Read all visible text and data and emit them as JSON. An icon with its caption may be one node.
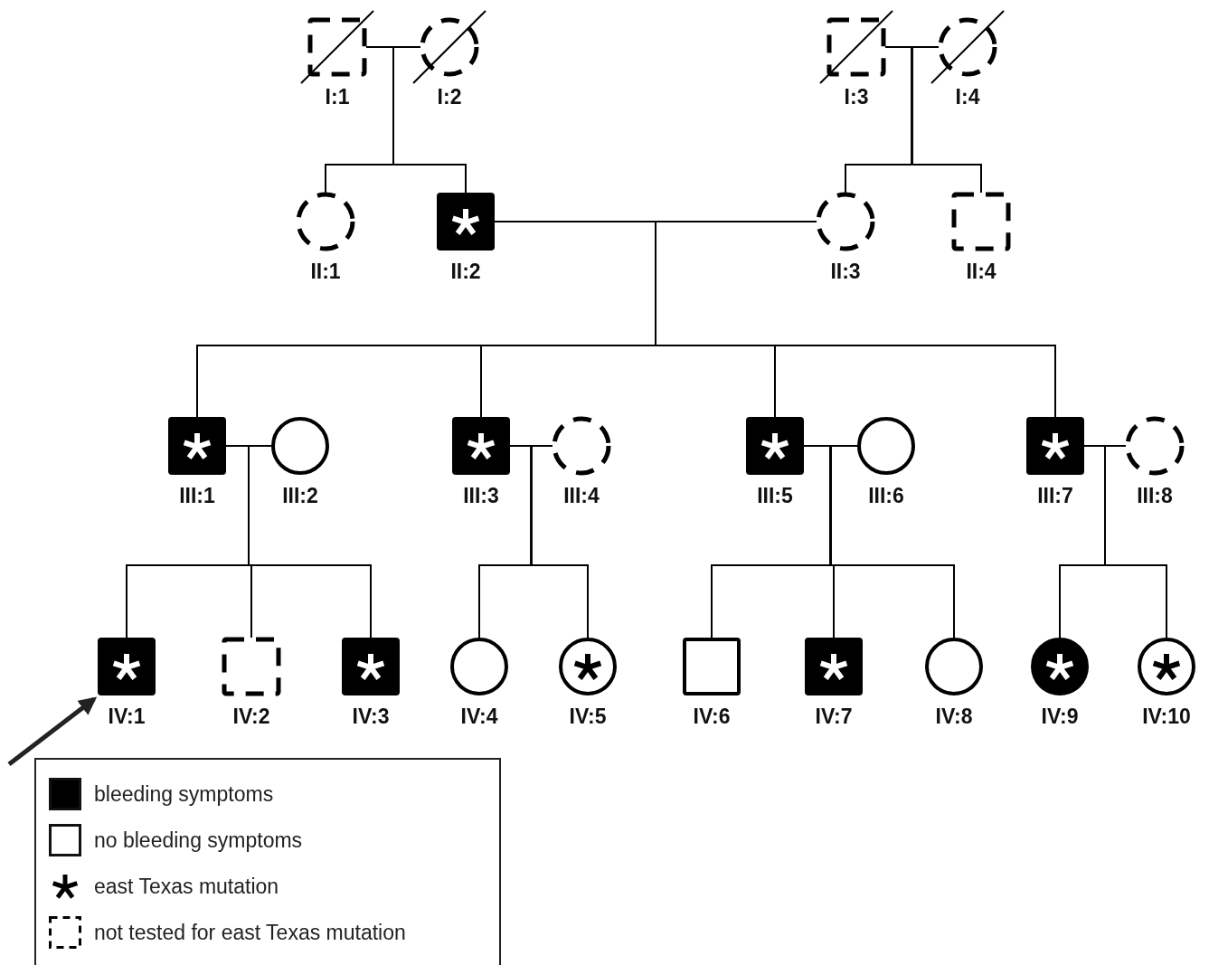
{
  "diagram": {
    "nodes": [
      {
        "text": [
          "I:1"
        ]
      },
      {
        "text": [
          "I:2"
        ]
      },
      {
        "text": [
          "I:3"
        ]
      },
      {
        "text": [
          "I:4"
        ]
      },
      {
        "text": [
          "II:1"
        ]
      },
      {
        "text": [
          "II:2"
        ]
      },
      {
        "text": [
          "II:3"
        ]
      },
      {
        "text": [
          "II:4"
        ]
      },
      {
        "text": [
          "III:1"
        ]
      },
      {
        "text": [
          "III:2"
        ]
      },
      {
        "text": [
          "III:3"
        ]
      },
      {
        "text": [
          "III:4"
        ]
      },
      {
        "text": [
          "III:5"
        ]
      },
      {
        "text": [
          "III:6"
        ]
      },
      {
        "text": [
          "III:7"
        ]
      },
      {
        "text": [
          "III:8"
        ]
      },
      {
        "text": [
          "IV:1"
        ]
      },
      {
        "text": [
          "IV:2"
        ]
      },
      {
        "text": [
          "IV:3"
        ]
      },
      {
        "text": [
          "IV:4"
        ]
      },
      {
        "text": [
          "IV:5"
        ]
      },
      {
        "text": [
          "IV:6"
        ]
      },
      {
        "text": [
          "IV:7"
        ]
      },
      {
        "text": [
          "IV:8"
        ]
      },
      {
        "text": [
          "IV:9"
        ]
      },
      {
        "text": [
          "IV:10"
        ]
      }
    ],
    "edges": [
      {
        "from": 0,
        "to": 1,
        "arrow": "none"
      },
      {
        "from": 0,
        "to": 4,
        "arrow": "none"
      },
      {
        "from": 1,
        "to": 4,
        "arrow": "none"
      },
      {
        "from": 0,
        "to": 5,
        "arrow": "none"
      },
      {
        "from": 1,
        "to": 5,
        "arrow": "none"
      },
      {
        "from": 2,
        "to": 3,
        "arrow": "none"
      },
      {
        "from": 2,
        "to": 6,
        "arrow": "none"
      },
      {
        "from": 3,
        "to": 6,
        "arrow": "none"
      },
      {
        "from": 2,
        "to": 7,
        "arrow": "none"
      },
      {
        "from": 3,
        "to": 7,
        "arrow": "none"
      },
      {
        "from": 5,
        "to": 6,
        "arrow": "none"
      },
      {
        "from": 5,
        "to": 8,
        "arrow": "none"
      },
      {
        "from": 6,
        "to": 8,
        "arrow": "none"
      },
      {
        "from": 5,
        "to": 10,
        "arrow": "none"
      },
      {
        "from": 6,
        "to": 10,
        "arrow": "none"
      },
      {
        "from": 5,
        "to": 12,
        "arrow": "none"
      },
      {
        "from": 6,
        "to": 12,
        "arrow": "none"
      },
      {
        "from": 5,
        "to": 14,
        "arrow": "none"
      },
      {
        "from": 6,
        "to": 14,
        "arrow": "none"
      },
      {
        "from": 8,
        "to": 9,
        "arrow": "none"
      },
      {
        "from": 8,
        "to": 16,
        "arrow": "none"
      },
      {
        "from": 9,
        "to": 16,
        "arrow": "none"
      },
      {
        "from": 8,
        "to": 17,
        "arrow": "none"
      },
      {
        "from": 9,
        "to": 17,
        "arrow": "none"
      },
      {
        "from": 8,
        "to": 18,
        "arrow": "none"
      },
      {
        "from": 9,
        "to": 18,
        "arrow": "none"
      },
      {
        "from": 10,
        "to": 11,
        "arrow": "none"
      },
      {
        "from": 10,
        "to": 19,
        "arrow": "none"
      },
      {
        "from": 11,
        "to": 19,
        "arrow": "none"
      },
      {
        "from": 10,
        "to": 20,
        "arrow": "none"
      },
      {
        "from": 11,
        "to": 20,
        "arrow": "none"
      },
      {
        "from": 12,
        "to": 13,
        "arrow": "none"
      },
      {
        "from": 12,
        "to": 21,
        "arrow": "none"
      },
      {
        "from": 13,
        "to": 21,
        "arrow": "none"
      },
      {
        "from": 12,
        "to": 22,
        "arrow": "none"
      },
      {
        "from": 13,
        "to": 22,
        "arrow": "none"
      },
      {
        "from": 12,
        "to": 23,
        "arrow": "none"
      },
      {
        "from": 13,
        "to": 23,
        "arrow": "none"
      },
      {
        "from": 14,
        "to": 15,
        "arrow": "none"
      },
      {
        "from": 14,
        "to": 24,
        "arrow": "none"
      },
      {
        "from": 15,
        "to": 24,
        "arrow": "none"
      },
      {
        "from": 14,
        "to": 25,
        "arrow": "none"
      },
      {
        "from": 15,
        "to": 25,
        "arrow": "none"
      },
      {
        "from": null,
        "to": 16,
        "arrow": "to",
        "style": "thick"
      }
    ],
    "legend": [
      {
        "text": "bleeding symptoms",
        "color": "#000000"
      },
      {
        "text": "no bleeding symptoms",
        "color": "#ffffff"
      },
      {
        "text": "east Texas mutation"
      },
      {
        "text": "not tested for east Texas mutation"
      }
    ]
  }
}
